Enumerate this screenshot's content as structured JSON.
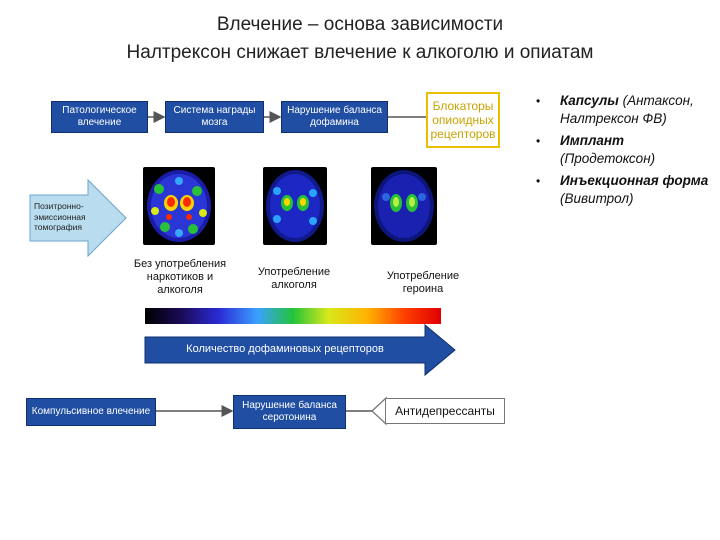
{
  "title": {
    "line1": "Влечение – основа зависимости",
    "line2": "Налтрексон снижает влечение к алкоголю и опиатам"
  },
  "top_row": {
    "box1": "Патологическое влечение",
    "box2": "Система награды мозга",
    "box3": "Нарушение баланса дофамина",
    "blocker": "Блокаторы опиоидных рецепторов"
  },
  "pet": {
    "label": "Позитронно-эмиссионная томография"
  },
  "scans": [
    {
      "caption": "Без употребления наркотиков и алкоголя"
    },
    {
      "caption": "Употребление алкоголя"
    },
    {
      "caption": "Употребление героина"
    }
  ],
  "scale": {
    "label": "Количество дофаминовых рецепторов"
  },
  "bottom_row": {
    "box1": "Компульсивное влечение",
    "box2": "Нарушение баланса серотонина",
    "box3": "Антидепрессанты"
  },
  "bullets": {
    "item1_bold": "Капсулы",
    "item1_rest": "(Антаксон, Налтрексон ФВ)",
    "item2_bold": "Имплант",
    "item2_rest": "(Продетоксон)",
    "item3_bold": "Инъекционная форма",
    "item3_rest": "(Вивитрол)"
  },
  "colors": {
    "box_blue": "#1f4ea3",
    "blocker_yellow": "#e8c000"
  }
}
